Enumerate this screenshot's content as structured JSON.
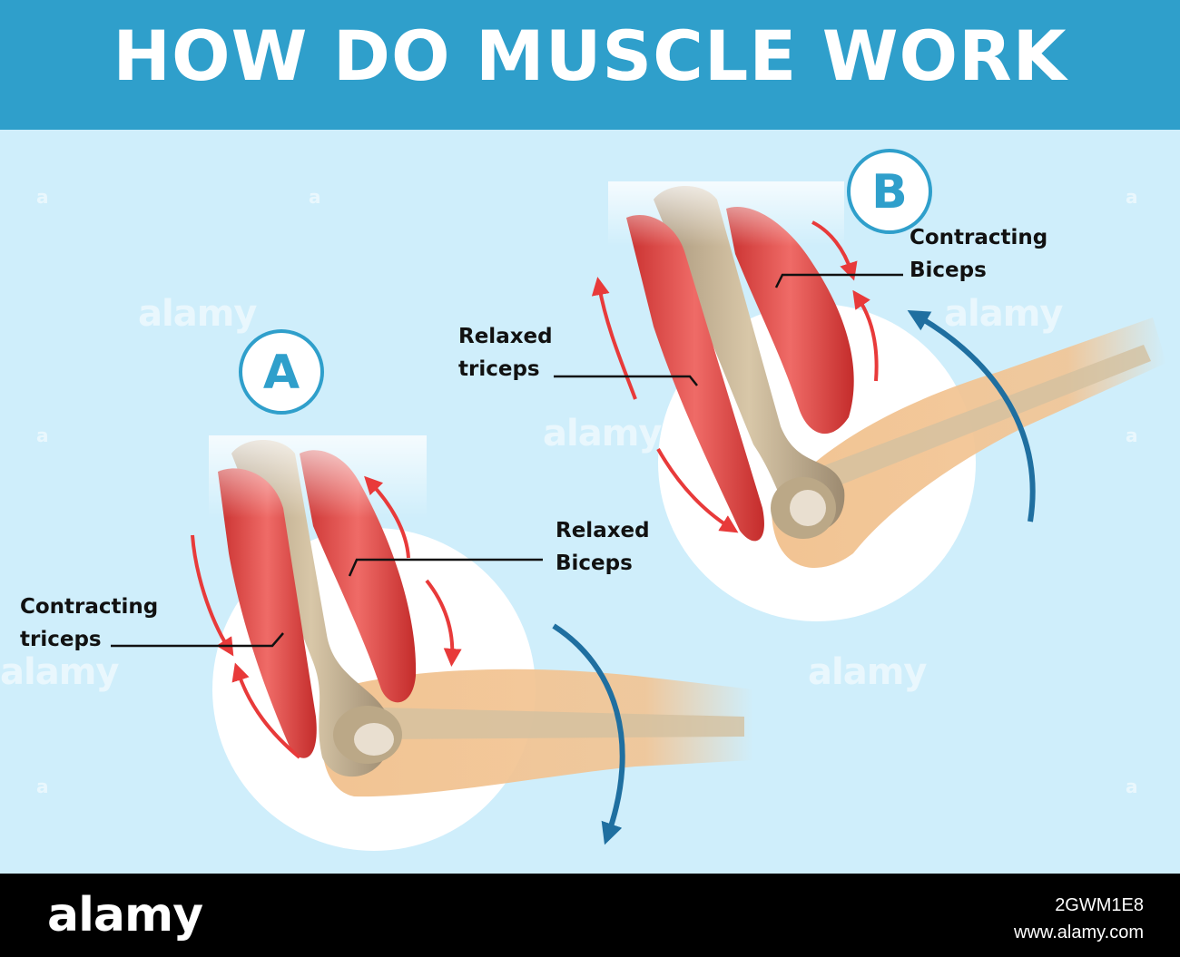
{
  "header": {
    "title": "HOW DO MUSCLE WORK"
  },
  "panels": {
    "a": {
      "badge": "A",
      "label_relaxed": [
        "Relaxed",
        "Biceps"
      ],
      "label_contracting": [
        "Contracting",
        "triceps"
      ]
    },
    "b": {
      "badge": "B",
      "label_relaxed": [
        "Relaxed",
        "triceps"
      ],
      "label_contracting": [
        "Contracting",
        "Biceps"
      ]
    }
  },
  "watermark": {
    "text": "alamy",
    "small": "a"
  },
  "footer": {
    "logo": "alamy",
    "image_id": "2GWM1E8",
    "url": "www.alamy.com"
  },
  "colors": {
    "header": "#2f9fcb",
    "background": "#cfeefb",
    "muscle": "#e0403e",
    "arrow_red": "#e83a3a",
    "arrow_blue": "#1f6fa0",
    "bone": "#c9b594",
    "skin": "#f3c694"
  }
}
